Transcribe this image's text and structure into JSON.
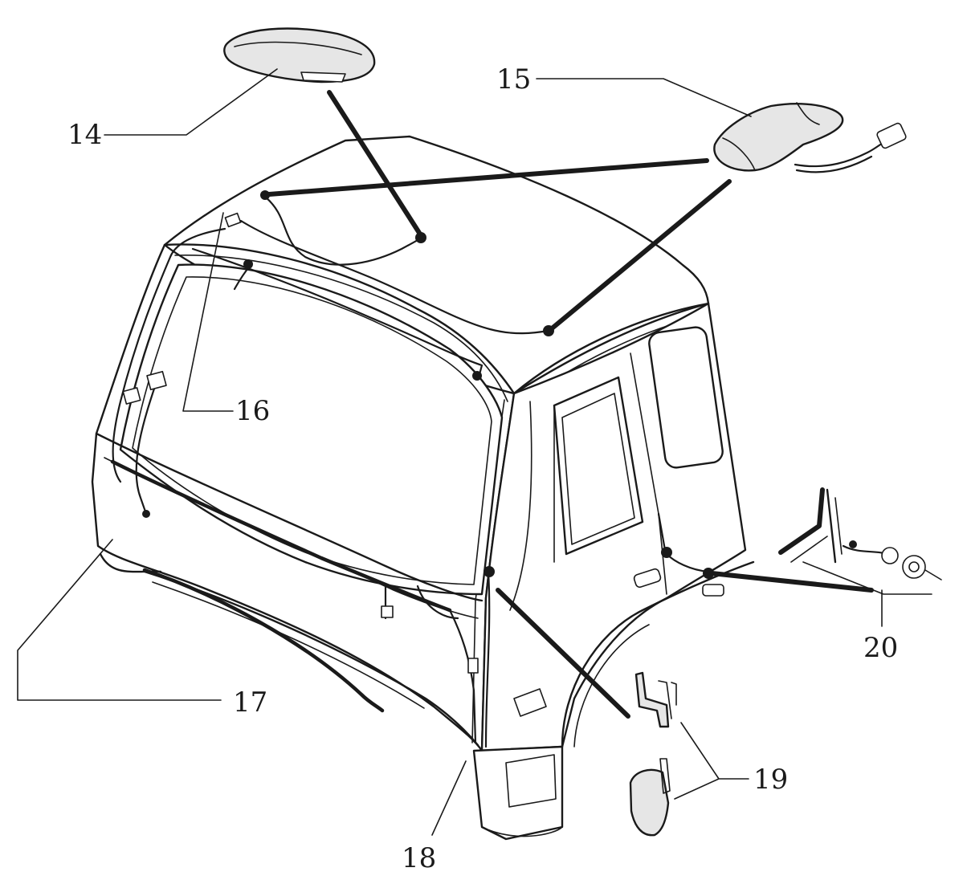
{
  "diagram": {
    "callouts": [
      {
        "id": "14",
        "label": "14"
      },
      {
        "id": "15",
        "label": "15"
      },
      {
        "id": "16",
        "label": "16"
      },
      {
        "id": "17",
        "label": "17"
      },
      {
        "id": "18",
        "label": "18"
      },
      {
        "id": "19",
        "label": "19"
      },
      {
        "id": "20",
        "label": "20"
      }
    ],
    "colors": {
      "ink": "#1a1a1a",
      "background": "#ffffff"
    }
  }
}
